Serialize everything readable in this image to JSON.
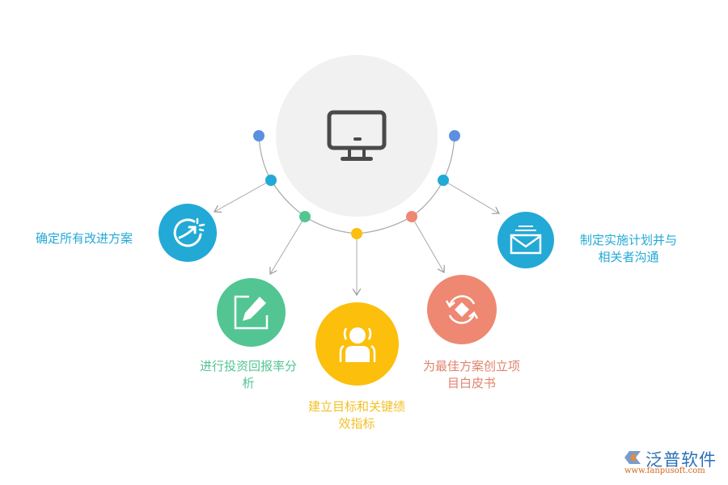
{
  "center": {
    "icon": "monitor-icon",
    "bg": "#f1f1f1",
    "icon_color": "#4a4a4a"
  },
  "steps": [
    {
      "label": "确定所有改进方案",
      "icon": "target-arrow-icon",
      "color": "#22a9d6"
    },
    {
      "label": "进行投资回报率分析",
      "label_line2": "析",
      "line1": "进行投资回报率分",
      "icon": "edit-icon",
      "color": "#52c593"
    },
    {
      "line1": "建立目标和关键绩",
      "line2": "效指标",
      "icon": "user-icon",
      "color": "#fbbf0c"
    },
    {
      "line1": "为最佳方案创立项",
      "line2": "目白皮书",
      "icon": "refresh-icon",
      "color": "#ee8872"
    },
    {
      "line1": "制定实施计划并与",
      "line2": "相关者沟通",
      "icon": "mail-icon",
      "color": "#22a9d6"
    }
  ],
  "dot_colors": {
    "end": "#5b8fe0",
    "cyan": "#22a9d6",
    "green": "#52c593",
    "yellow": "#fbbf0c",
    "salmon": "#ee8872"
  },
  "logo": {
    "brand": "泛普软件",
    "url": "www.fanpusoft.com"
  }
}
